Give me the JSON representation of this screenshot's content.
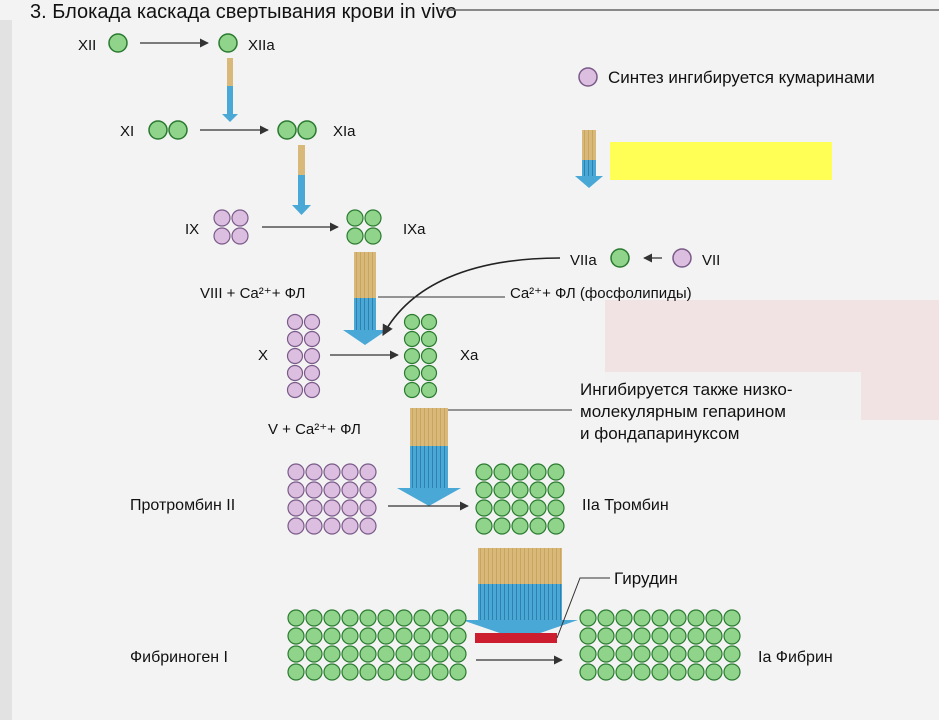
{
  "title": "3. Блокада каскада свертывания крови in vivo",
  "colors": {
    "active_factor": "#8fd48a",
    "active_stroke": "#2a7a30",
    "inactive_factor": "#dcbfe0",
    "inactive_stroke": "#7a5a88",
    "arrow_tan": "#d9b97a",
    "arrow_blue": "#4aa8d6",
    "highlight_yellow": "#ffff55",
    "hirudin_bar": "#cc1e2e"
  },
  "legend": {
    "coumarin_note": "Синтез ингибируется кумаринами",
    "highlight_box": ""
  },
  "factors": {
    "xii": "XII",
    "xiia": "XIIa",
    "xi": "XI",
    "xia": "XIa",
    "ix": "IX",
    "ixa": "IXa",
    "viia": "VIIa",
    "vii": "VII",
    "viii_line": "VIII + Ca²⁺+ ФЛ",
    "ca_fl": "Ca²⁺+ ФЛ (фосфолипиды)",
    "x": "X",
    "xa": "Xa",
    "v_line": "V + Ca²⁺+ ФЛ",
    "prothrombin": "Протромбин II",
    "thrombin": "IIa Тромбин",
    "fibrinogen": "Фибриноген I",
    "fibrin": "Ia Фибрин"
  },
  "notes": {
    "heparin_1": "Ингибируется также низко-",
    "heparin_2": "молекулярным гепарином",
    "heparin_3": "и фондапаринуксом",
    "hirudin": "Гирудин"
  }
}
